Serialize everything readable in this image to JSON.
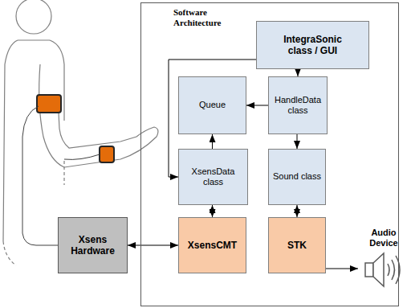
{
  "diagram": {
    "nodes": [
      {
        "text": [
          "Software Architecture"
        ]
      },
      {
        "text": [
          "IntegraSonic class / GUI"
        ],
        "in": 0
      },
      {
        "text": [
          "Queue"
        ],
        "in": 0
      },
      {
        "text": [
          "HandleData class"
        ],
        "in": 0
      },
      {
        "text": [
          "XsensData class"
        ],
        "in": 0
      },
      {
        "text": [
          "Sound class"
        ],
        "in": 0
      },
      {
        "text": [
          "XsensCMT"
        ],
        "in": 0
      },
      {
        "text": [
          "STK"
        ],
        "in": 0
      },
      {
        "text": [
          "Xsens Hardware"
        ]
      },
      {
        "text": [
          "Audio Device"
        ]
      }
    ],
    "edges": [
      {
        "from": 1,
        "to": 3,
        "arrow": "to"
      },
      {
        "from": 1,
        "to": 4,
        "arrow": "to"
      },
      {
        "from": 3,
        "to": 2,
        "arrow": "to"
      },
      {
        "from": 4,
        "to": 2,
        "arrow": "to"
      },
      {
        "from": 4,
        "to": 6,
        "arrow": "both"
      },
      {
        "from": 3,
        "to": 5,
        "arrow": "to"
      },
      {
        "from": 5,
        "to": 7,
        "arrow": "both"
      },
      {
        "from": 8,
        "to": 6,
        "arrow": "both"
      },
      {
        "from": 7,
        "to": 9,
        "arrow": "to"
      }
    ]
  }
}
